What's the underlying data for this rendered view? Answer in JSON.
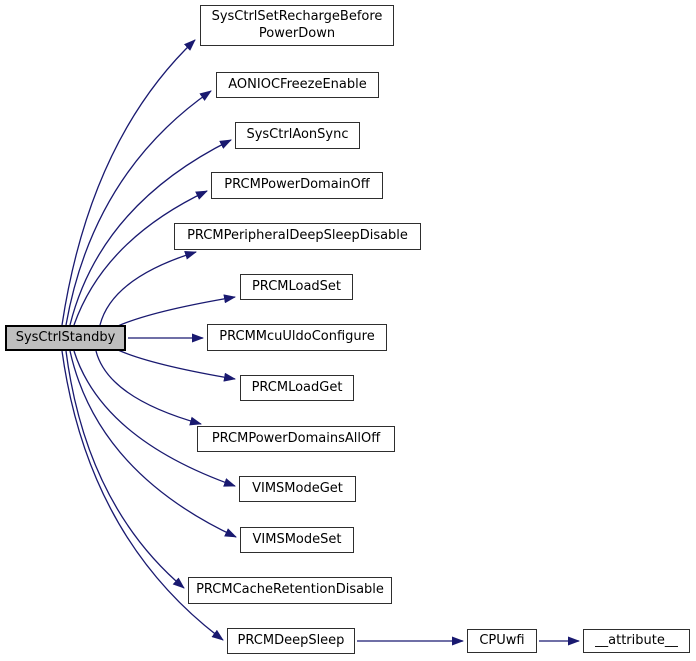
{
  "graph": {
    "type": "call-graph",
    "colors": {
      "edge": "#191970",
      "node_border": "#2e2e2e",
      "node_fill": "#ffffff",
      "root_fill": "#bfbfbf",
      "text": "#000000",
      "background": "#ffffff"
    },
    "nodes": [
      {
        "id": "SysCtrlStandby",
        "label": "SysCtrlStandby",
        "role": "root"
      },
      {
        "id": "SysCtrlSetRechargeBeforePowerDown",
        "label": "SysCtrlSetRechargeBefore PowerDown",
        "role": "callee"
      },
      {
        "id": "AONIOCFreezeEnable",
        "label": "AONIOCFreezeEnable",
        "role": "callee"
      },
      {
        "id": "SysCtrlAonSync",
        "label": "SysCtrlAonSync",
        "role": "callee"
      },
      {
        "id": "PRCMPowerDomainOff",
        "label": "PRCMPowerDomainOff",
        "role": "callee"
      },
      {
        "id": "PRCMPeripheralDeepSleepDisable",
        "label": "PRCMPeripheralDeepSleepDisable",
        "role": "callee"
      },
      {
        "id": "PRCMLoadSet",
        "label": "PRCMLoadSet",
        "role": "callee"
      },
      {
        "id": "PRCMMcuUldoConfigure",
        "label": "PRCMMcuUldoConfigure",
        "role": "callee"
      },
      {
        "id": "PRCMLoadGet",
        "label": "PRCMLoadGet",
        "role": "callee"
      },
      {
        "id": "PRCMPowerDomainsAllOff",
        "label": "PRCMPowerDomainsAllOff",
        "role": "callee"
      },
      {
        "id": "VIMSModeGet",
        "label": "VIMSModeGet",
        "role": "callee"
      },
      {
        "id": "VIMSModeSet",
        "label": "VIMSModeSet",
        "role": "callee"
      },
      {
        "id": "PRCMCacheRetentionDisable",
        "label": "PRCMCacheRetentionDisable",
        "role": "callee"
      },
      {
        "id": "PRCMDeepSleep",
        "label": "PRCMDeepSleep",
        "role": "callee"
      },
      {
        "id": "CPUwfi",
        "label": "CPUwfi",
        "role": "callee"
      },
      {
        "id": "__attribute__",
        "label": "__attribute__",
        "role": "callee"
      }
    ],
    "edges": [
      {
        "from": "SysCtrlStandby",
        "to": "SysCtrlSetRechargeBeforePowerDown"
      },
      {
        "from": "SysCtrlStandby",
        "to": "AONIOCFreezeEnable"
      },
      {
        "from": "SysCtrlStandby",
        "to": "SysCtrlAonSync"
      },
      {
        "from": "SysCtrlStandby",
        "to": "PRCMPowerDomainOff"
      },
      {
        "from": "SysCtrlStandby",
        "to": "PRCMPeripheralDeepSleepDisable"
      },
      {
        "from": "SysCtrlStandby",
        "to": "PRCMLoadSet"
      },
      {
        "from": "SysCtrlStandby",
        "to": "PRCMMcuUldoConfigure"
      },
      {
        "from": "SysCtrlStandby",
        "to": "PRCMLoadGet"
      },
      {
        "from": "SysCtrlStandby",
        "to": "PRCMPowerDomainsAllOff"
      },
      {
        "from": "SysCtrlStandby",
        "to": "VIMSModeGet"
      },
      {
        "from": "SysCtrlStandby",
        "to": "VIMSModeSet"
      },
      {
        "from": "SysCtrlStandby",
        "to": "PRCMCacheRetentionDisable"
      },
      {
        "from": "SysCtrlStandby",
        "to": "PRCMDeepSleep"
      },
      {
        "from": "PRCMDeepSleep",
        "to": "CPUwfi"
      },
      {
        "from": "CPUwfi",
        "to": "__attribute__"
      }
    ]
  }
}
